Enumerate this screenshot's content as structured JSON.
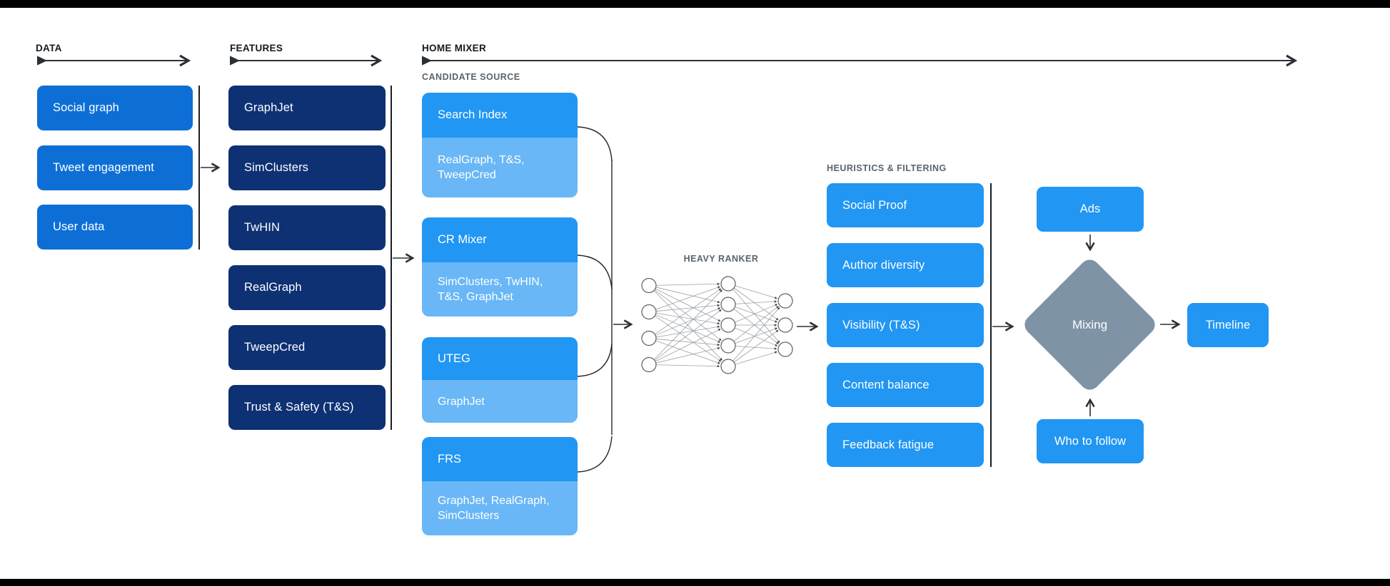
{
  "colors": {
    "data_box_blue": "#0d6fd6",
    "feature_box_navy": "#0e3174",
    "primary_blue": "#2196f3",
    "sub_box_light_blue": "#69b7f6",
    "diamond_gray": "#7e93a6",
    "connector_dark": "#2b3036"
  },
  "data_section": {
    "label": "DATA",
    "items": [
      "Social graph",
      "Tweet engagement",
      "User data"
    ]
  },
  "features_section": {
    "label": "FEATURES",
    "items": [
      "GraphJet",
      "SimClusters",
      "TwHIN",
      "RealGraph",
      "TweepCred",
      "Trust & Safety (T&S)"
    ]
  },
  "home_mixer": {
    "label": "HOME MIXER",
    "candidate_source_label": "CANDIDATE SOURCE",
    "candidate_sources": [
      {
        "name": "Search Index",
        "uses": "RealGraph, T&S, TweepCred"
      },
      {
        "name": "CR Mixer",
        "uses": "SimClusters, TwHIN, T&S, GraphJet"
      },
      {
        "name": "UTEG",
        "uses": "GraphJet"
      },
      {
        "name": "FRS",
        "uses": "GraphJet, RealGraph, SimClusters"
      }
    ],
    "heavy_ranker": {
      "label": "HEAVY RANKER",
      "network_layers": [
        4,
        5,
        3
      ]
    },
    "heuristics_label": "HEURISTICS & FILTERING",
    "heuristics": [
      "Social Proof",
      "Author diversity",
      "Visibility (T&S)",
      "Content balance",
      "Feedback fatigue"
    ],
    "ads": "Ads",
    "mixing": "Mixing",
    "who_to_follow": "Who to follow",
    "timeline": "Timeline"
  }
}
